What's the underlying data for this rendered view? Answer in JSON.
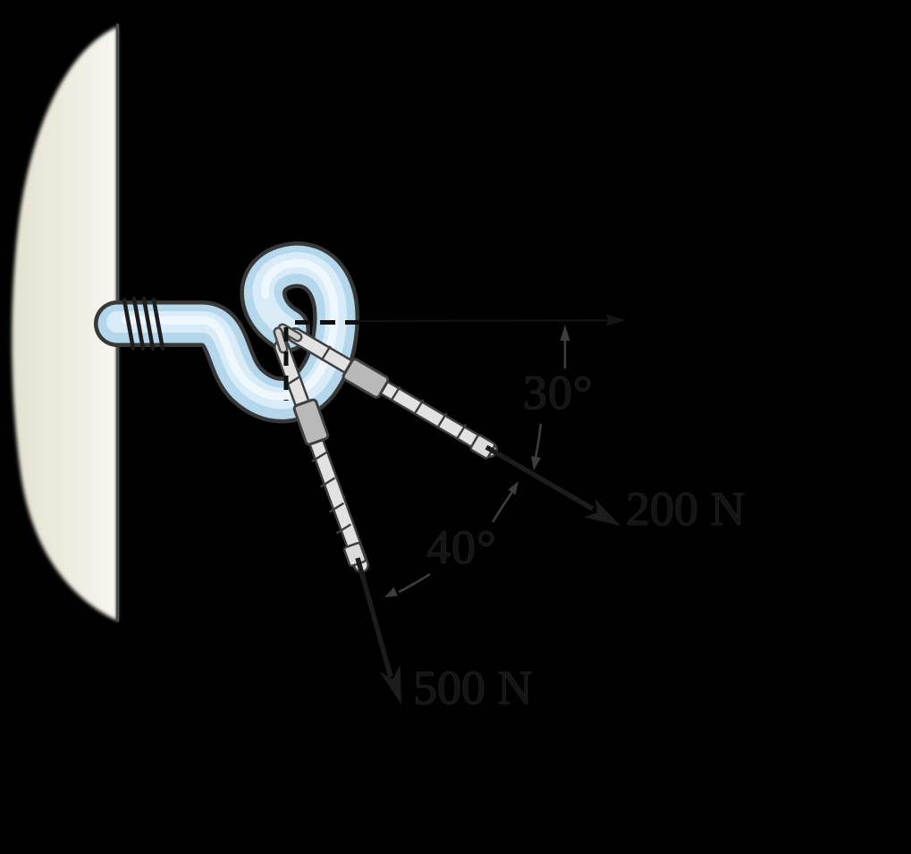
{
  "figure": {
    "kind": "statics force diagram: screw hook in wall with two cable forces",
    "angle_labels": {
      "between_200N_and_horizontal": "30°",
      "between_cables": "40°"
    },
    "force_labels": {
      "upper_cable": "200 N",
      "lower_cable": "500 N"
    },
    "colors": {
      "background": "#000000",
      "wall_fill": "#edecdf",
      "wall_edge": "#4d4d4d",
      "hook_outline": "#383838",
      "hook_blue": "#b5d7eb",
      "hook_core": "#d9ebf7",
      "hook_highlight": "#eff8fd",
      "cable_light": "#e2e2e2",
      "cable_outline": "#3f3f3f",
      "sleeve_gray": "#b9b9b9",
      "arrow_black": "#1c1c1c",
      "leader_gray": "#3d3d3d"
    }
  }
}
